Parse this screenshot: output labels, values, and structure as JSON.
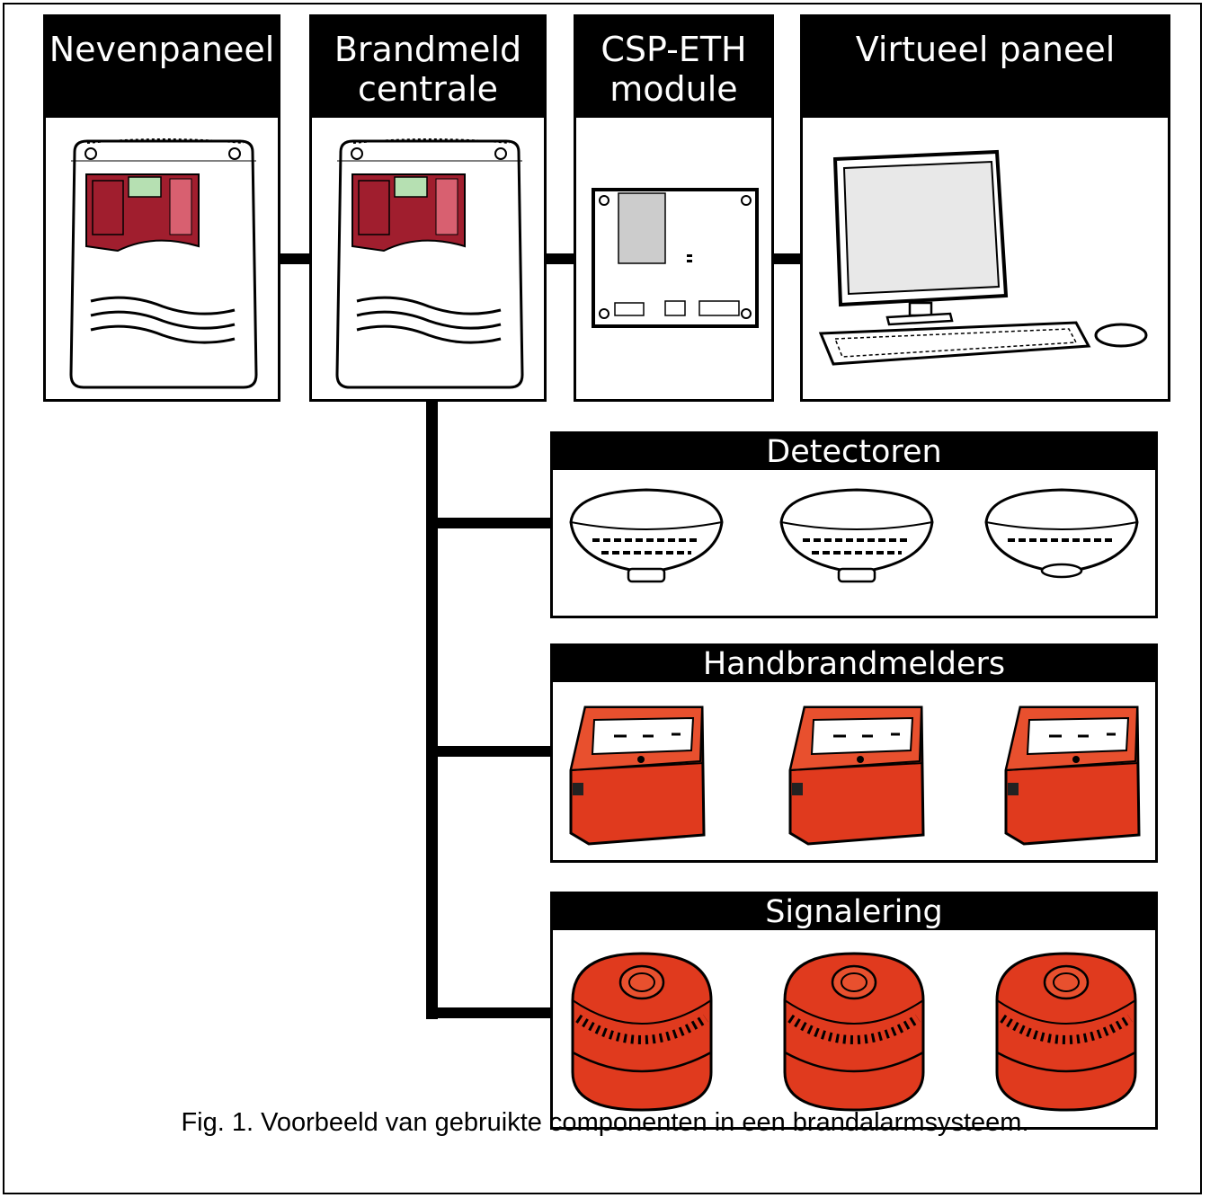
{
  "panels": {
    "nevenpaneel": {
      "line1": "Nevenpaneel",
      "line2": ""
    },
    "brandmeld": {
      "line1": "Brandmeld",
      "line2": "centrale"
    },
    "csp": {
      "line1": "CSP-ETH",
      "line2": "module"
    },
    "virtueel": {
      "line1": "Virtueel paneel",
      "line2": ""
    }
  },
  "groups": {
    "detectoren": "Detectoren",
    "handbrandmelders": "Handbrandmelders",
    "signalering": "Signalering"
  },
  "caption": "Fig. 1. Voorbeeld van gebruikte componenten in een brandalarmsysteem.",
  "colors": {
    "device_red": "#e03a1e",
    "panel_red": "#a01e2e",
    "line": "#000000"
  }
}
